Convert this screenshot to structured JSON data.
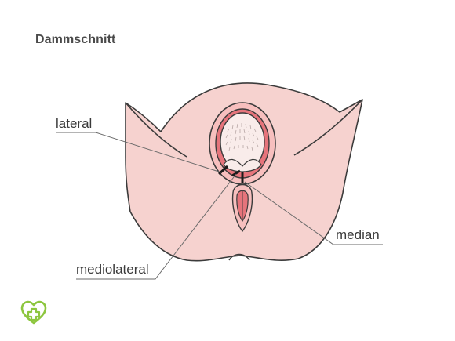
{
  "title": "Dammschnitt",
  "labels": {
    "lateral": "lateral",
    "median": "median",
    "mediolateral": "mediolateral"
  },
  "colors": {
    "skin": "#f6d2cf",
    "outline": "#3b3b3b",
    "vulva_inner": "#e6747b",
    "head": "#f9ecea",
    "incision": "#1a1a1a",
    "logo": "#8dc63f",
    "leader": "#6a6a6a"
  },
  "logo_icon": "heart-cross-icon"
}
